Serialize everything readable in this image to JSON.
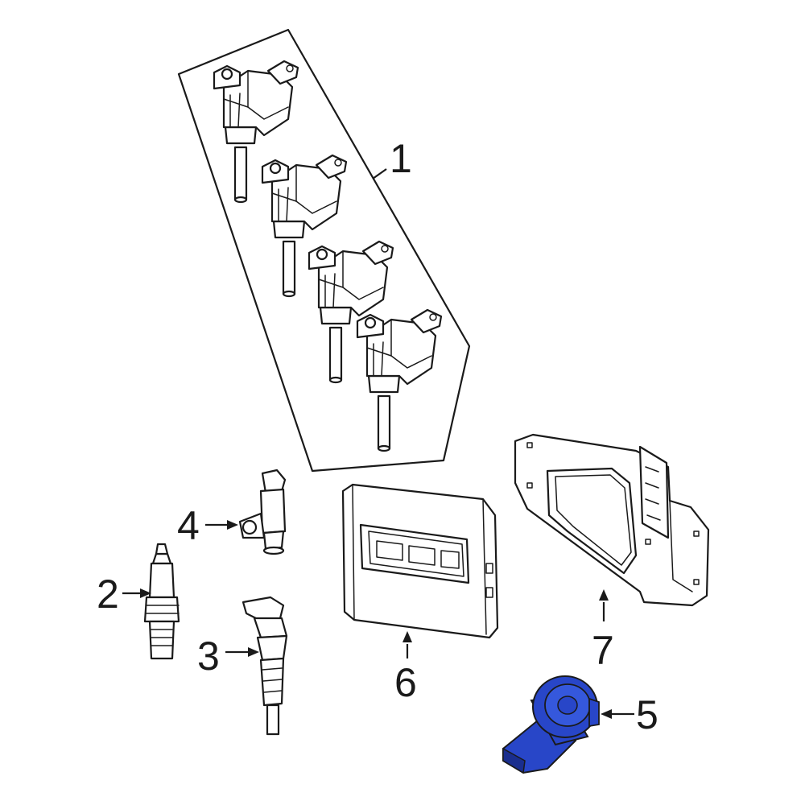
{
  "callouts": {
    "c1": "1",
    "c2": "2",
    "c3": "3",
    "c4": "4",
    "c5": "5",
    "c6": "6",
    "c7": "7"
  },
  "colors": {
    "line": "#1a1a1a",
    "highlight": "#2846c8",
    "highlight_dark": "#1a2e8e",
    "background": "#ffffff"
  },
  "highlighted_part": "5"
}
